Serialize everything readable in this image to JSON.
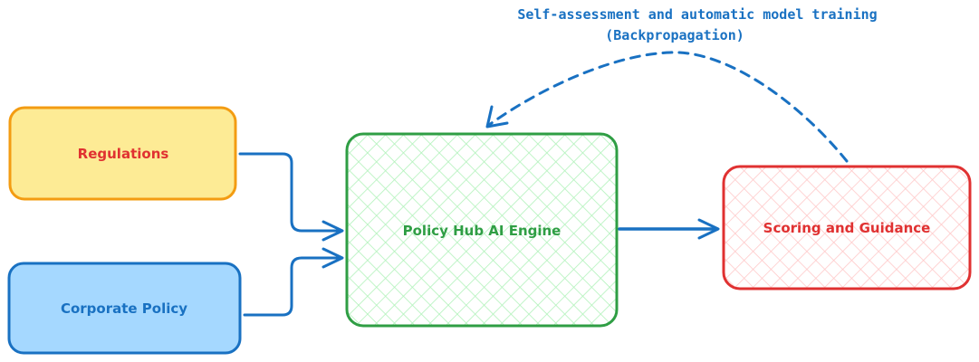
{
  "diagram": {
    "caption_line1": "Self-assessment and automatic model training",
    "caption_line2": "(Backpropagation)",
    "nodes": {
      "regulations": "Regulations",
      "corporate_policy": "Corporate Policy",
      "engine": "Policy Hub AI Engine",
      "scoring": "Scoring and Guidance"
    }
  },
  "colors": {
    "regulations_fill": "#fdeb95",
    "regulations_stroke": "#f39c12",
    "corporate_fill": "#a5d8ff",
    "corporate_stroke": "#1971c2",
    "engine_hatch": "#b2f2bb",
    "engine_stroke": "#2f9e44",
    "scoring_hatch": "#ffc9c9",
    "scoring_stroke": "#e03131",
    "label_red": "#e03131",
    "label_blue": "#1971c2",
    "label_green": "#2f9e44",
    "arrow_blue": "#1971c2"
  }
}
